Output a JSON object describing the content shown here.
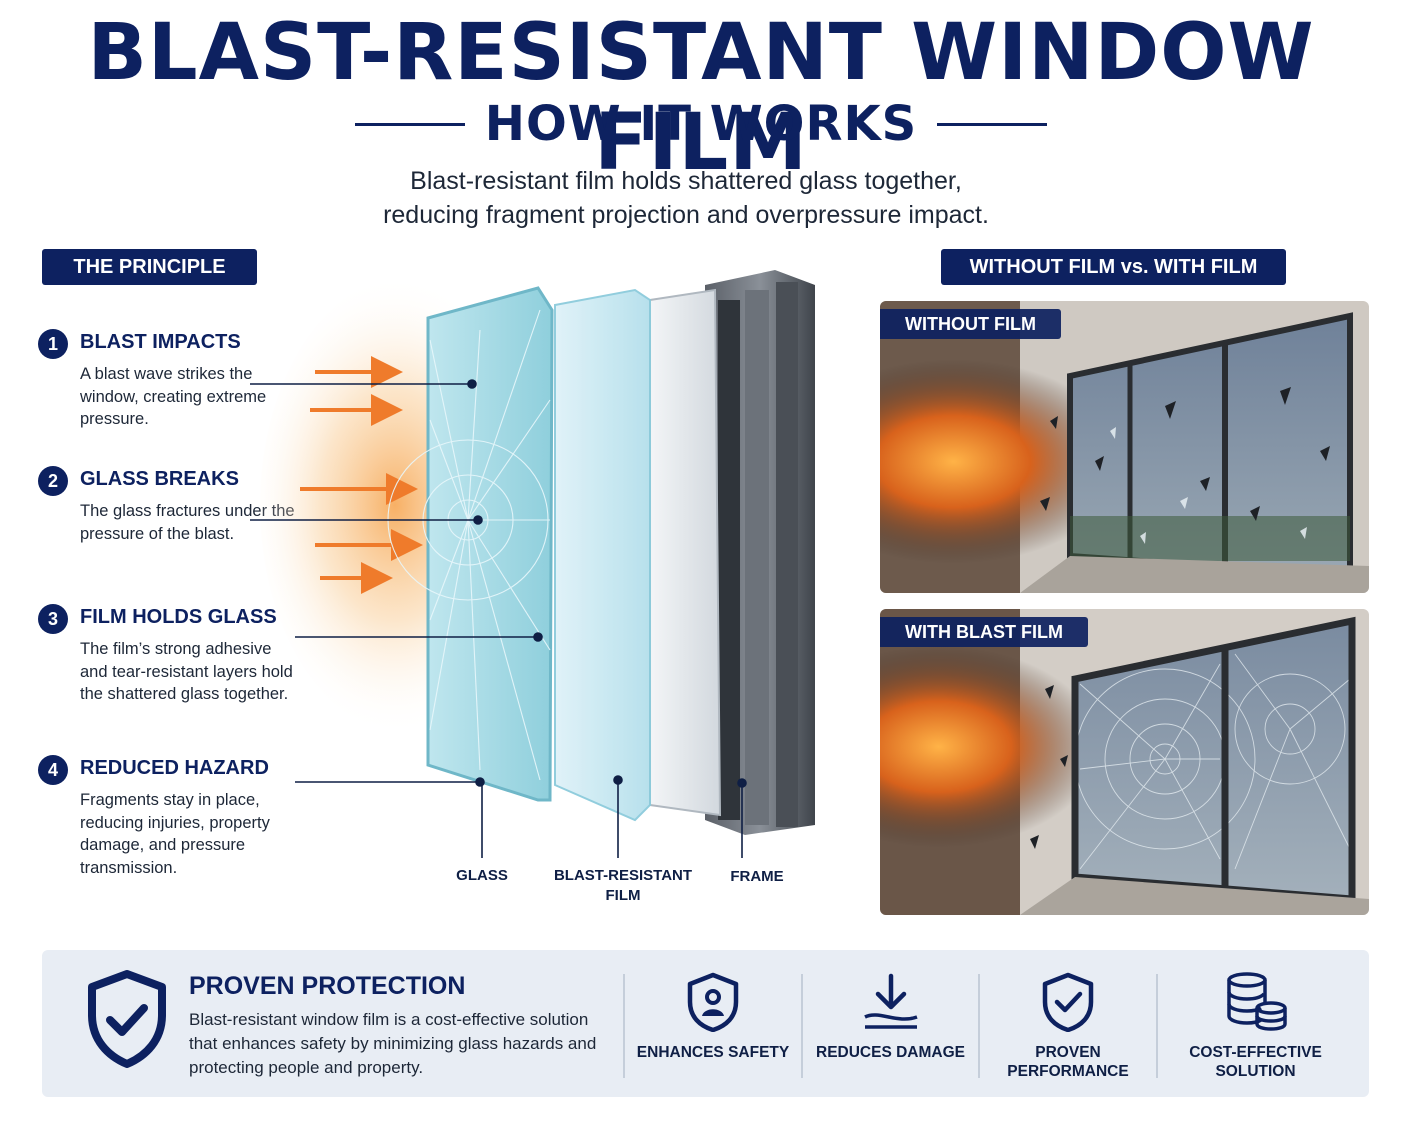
{
  "header": {
    "title": "BLAST-RESISTANT WINDOW FILM",
    "subtitle": "HOW IT WORKS",
    "lead_line1": "Blast-resistant film holds shattered glass together,",
    "lead_line2": "reducing fragment projection and overpressure impact."
  },
  "principle": {
    "tag": "THE PRINCIPLE",
    "steps": [
      {
        "num": "1",
        "title": "BLAST IMPACTS",
        "text": "A blast wave strikes the window, creating extreme pressure."
      },
      {
        "num": "2",
        "title": "GLASS BREAKS",
        "text": "The glass fractures under the pressure of the blast."
      },
      {
        "num": "3",
        "title": "FILM HOLDS GLASS",
        "text": "The film’s strong adhesive and tear-resistant layers hold the shattered glass together."
      },
      {
        "num": "4",
        "title": "REDUCED HAZARD",
        "text": "Fragments stay in place, reducing injuries, property damage, and pressure transmission."
      }
    ]
  },
  "diagram": {
    "labels": {
      "glass": "GLASS",
      "film_line1": "BLAST-RESISTANT",
      "film_line2": "FILM",
      "frame": "FRAME"
    }
  },
  "comparison": {
    "tag": "WITHOUT FILM vs. WITH FILM",
    "without_label": "WITHOUT FILM",
    "with_label": "WITH BLAST FILM"
  },
  "footer": {
    "title": "PROVEN PROTECTION",
    "text": "Blast-resistant window film is a cost-effective solution that enhances safety by minimizing glass hazards and protecting people and property.",
    "features": [
      {
        "icon": "shield-person-icon",
        "line1": "ENHANCES SAFETY",
        "line2": ""
      },
      {
        "icon": "download-arrow-icon",
        "line1": "REDUCES DAMAGE",
        "line2": ""
      },
      {
        "icon": "shield-check-icon",
        "line1": "PROVEN",
        "line2": "PERFORMANCE"
      },
      {
        "icon": "coins-icon",
        "line1": "COST-EFFECTIVE",
        "line2": "SOLUTION"
      }
    ]
  },
  "colors": {
    "navy": "#0d2160",
    "panel": "#e8edf4",
    "glass": "#a8dbe6",
    "fire": "#f08a2a"
  }
}
